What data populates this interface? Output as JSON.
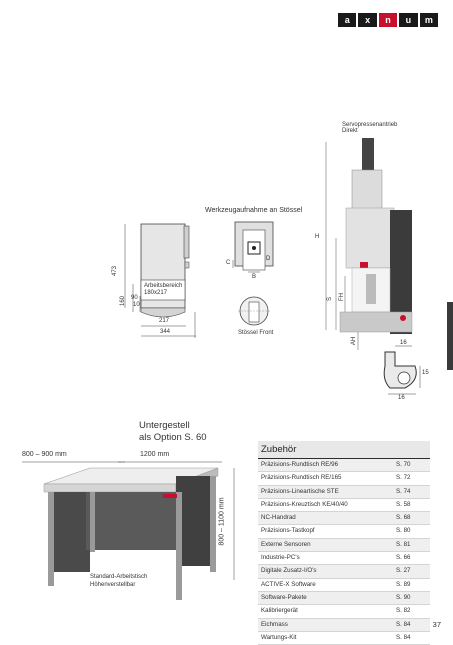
{
  "brand": {
    "letters": [
      "a",
      "x",
      "n",
      "u",
      "m"
    ]
  },
  "machine": {
    "label_drive_line1": "Servopressenantrieb",
    "label_drive_line2": "Direkt",
    "dim_h": "H",
    "dim_fh": "FH",
    "dim_s": "S",
    "dim_ah": "AH"
  },
  "side_view": {
    "dim_473": "473",
    "dim_160": "160",
    "dim_90": "90",
    "dim_10": "10",
    "work_area_line1": "Arbeitsbereich",
    "work_area_line2": "180x217",
    "dim_217": "217",
    "dim_344": "344"
  },
  "tool_mount": {
    "title": "Werkzeugaufnahme an Stössel",
    "dim_c": "C",
    "dim_b": "B",
    "dim_d": "D",
    "front_label": "Stössel Front"
  },
  "slot_detail": {
    "dim_16a": "16",
    "dim_15": "15",
    "dim_16b": "16"
  },
  "stand": {
    "title_line1": "Untergestell",
    "title_line2": "als Option S. 60",
    "width_range": "800 – 900 mm",
    "depth": "1200 mm",
    "height_range": "800 – 1100 mm",
    "caption_line1": "Standard-Arbeitstisch",
    "caption_line2": "Höhenverstellbar"
  },
  "accessories": {
    "heading": "Zubehör",
    "items": [
      {
        "name": "Präzisions-Rundtisch RE/96",
        "page": "S. 70"
      },
      {
        "name": "Präzisions-Rundtisch RE/165",
        "page": "S. 72"
      },
      {
        "name": "Präzisions-Lineartische STE",
        "page": "S. 74"
      },
      {
        "name": "Präzisions-Kreuztisch KE/40/40",
        "page": "S. 58"
      },
      {
        "name": "NC-Handrad",
        "page": "S. 68"
      },
      {
        "name": "Präzisions-Tastkopf",
        "page": "S. 80"
      },
      {
        "name": "Externe Sensoren",
        "page": "S. 81"
      },
      {
        "name": "Industrie-PC's",
        "page": "S. 66"
      },
      {
        "name": "Digitale Zusatz-I/O's",
        "page": "S. 27"
      },
      {
        "name": "ACTIVE-X Software",
        "page": "S. 89"
      },
      {
        "name": "Software-Pakete",
        "page": "S. 90"
      },
      {
        "name": "Kalibriergerät",
        "page": "S. 82"
      },
      {
        "name": "Eichmass",
        "page": "S. 84"
      },
      {
        "name": "Wartungs-Kit",
        "page": "S. 84"
      }
    ]
  },
  "page_number": "37"
}
